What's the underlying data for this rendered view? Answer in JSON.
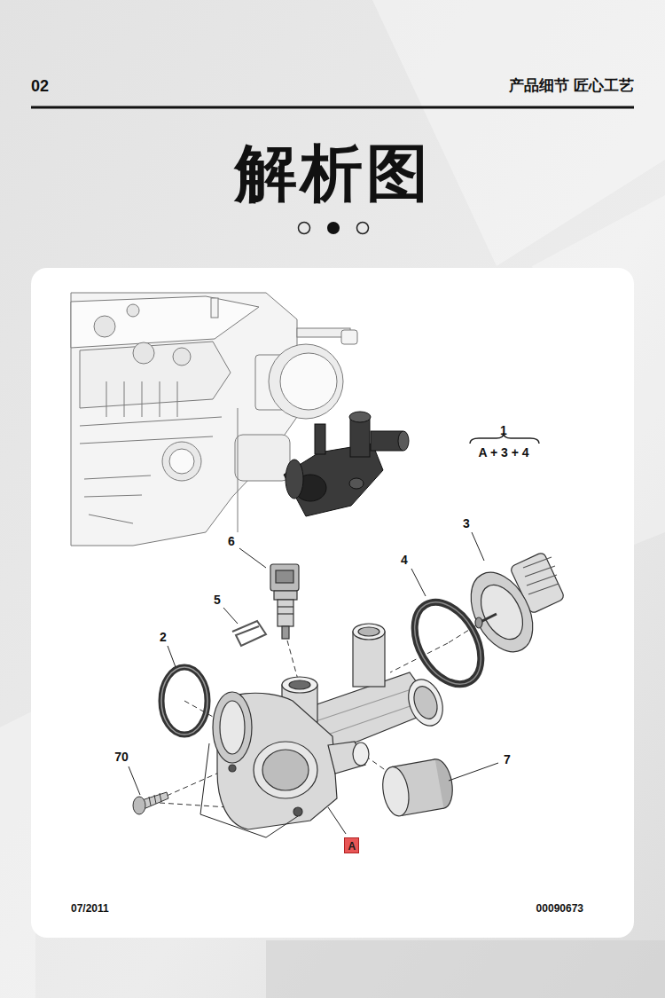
{
  "diagram": {
    "title": "解析图",
    "nodes": [
      {
        "text": [
          "A"
        ]
      }
    ],
    "labels": [
      "02",
      "产品细节 匠心工艺",
      "1",
      "A + 3 + 4",
      "3",
      "6",
      "4",
      "5",
      "2",
      "70",
      "7",
      "07/2011",
      "00090673"
    ]
  }
}
